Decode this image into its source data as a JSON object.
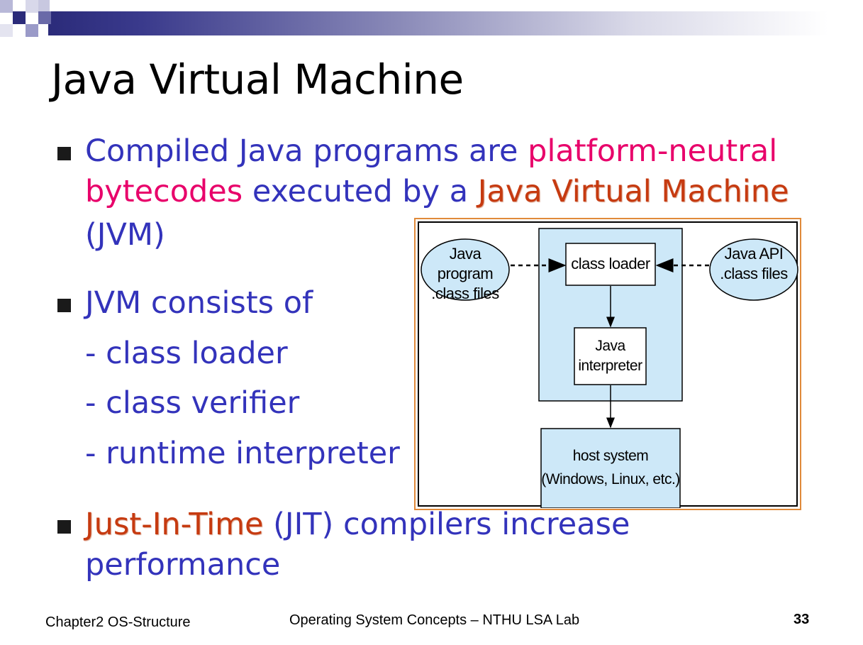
{
  "slide": {
    "title": "Java Virtual Machine",
    "bullets": {
      "b1_l1_a": "Compiled Java programs are ",
      "b1_l1_b": "platform-neutral",
      "b1_l2_a": "bytecodes",
      "b1_l2_b": " executed by a ",
      "b1_l2_c": "Java Virtual Machine",
      "b1_l3": "(JVM)",
      "b2_l1": "JVM consists of",
      "b2_sub1": "- class loader",
      "b2_sub2": "- class verifier",
      "b2_sub3": "- runtime interpreter",
      "b3_l1_a": "Just-In-Time",
      "b3_l1_b": " (JIT) compilers increase",
      "b3_l2": "performance"
    },
    "diagram": {
      "java_program_l1": "Java program",
      "java_program_l2": ".class files",
      "class_loader": "class loader",
      "java_api_l1": "Java API",
      "java_api_l2": ".class files",
      "interpreter_l1": "Java",
      "interpreter_l2": "interpreter",
      "host_l1": "host system",
      "host_l2": "(Windows, Linux, etc.)"
    },
    "footer": {
      "chapter": "Chapter2 OS-Structure",
      "course": "Operating System Concepts – NTHU LSA Lab",
      "page_number": "33"
    },
    "colors": {
      "body_text": "#3333bb",
      "emphasis_pink": "#e8006a",
      "emphasis_red": "#c63a10",
      "diagram_fill": "#cde8f8"
    }
  }
}
